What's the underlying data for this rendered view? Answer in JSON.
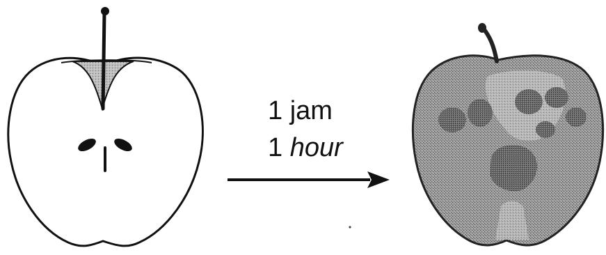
{
  "diagram": {
    "label_line1": "1 jam",
    "label_line2_number": "1",
    "label_line2_unit": "hour",
    "colors": {
      "ink": "#111111",
      "background": "#ffffff",
      "browned_fill": "#8f8f8f",
      "browned_dark": "#5c5c5c",
      "browned_light": "#b5b5b5"
    }
  }
}
